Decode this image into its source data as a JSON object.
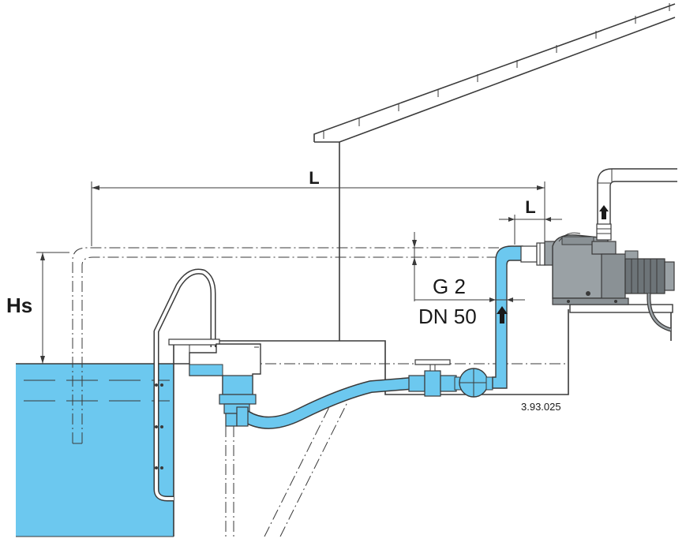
{
  "labels": {
    "length_top": "L",
    "length_pump": "L",
    "suction_height": "Hs",
    "thread_size": "G 2",
    "nominal_diameter": "DN 50",
    "drawing_ref": "3.93.025"
  },
  "colors": {
    "water": "#6cc8ef",
    "water_dark": "#4fb3de",
    "pipe_fill": "#ffffff",
    "pump_body": "#9aa1a5",
    "pump_dark": "#6d7478",
    "line": "#3a3a3a"
  }
}
